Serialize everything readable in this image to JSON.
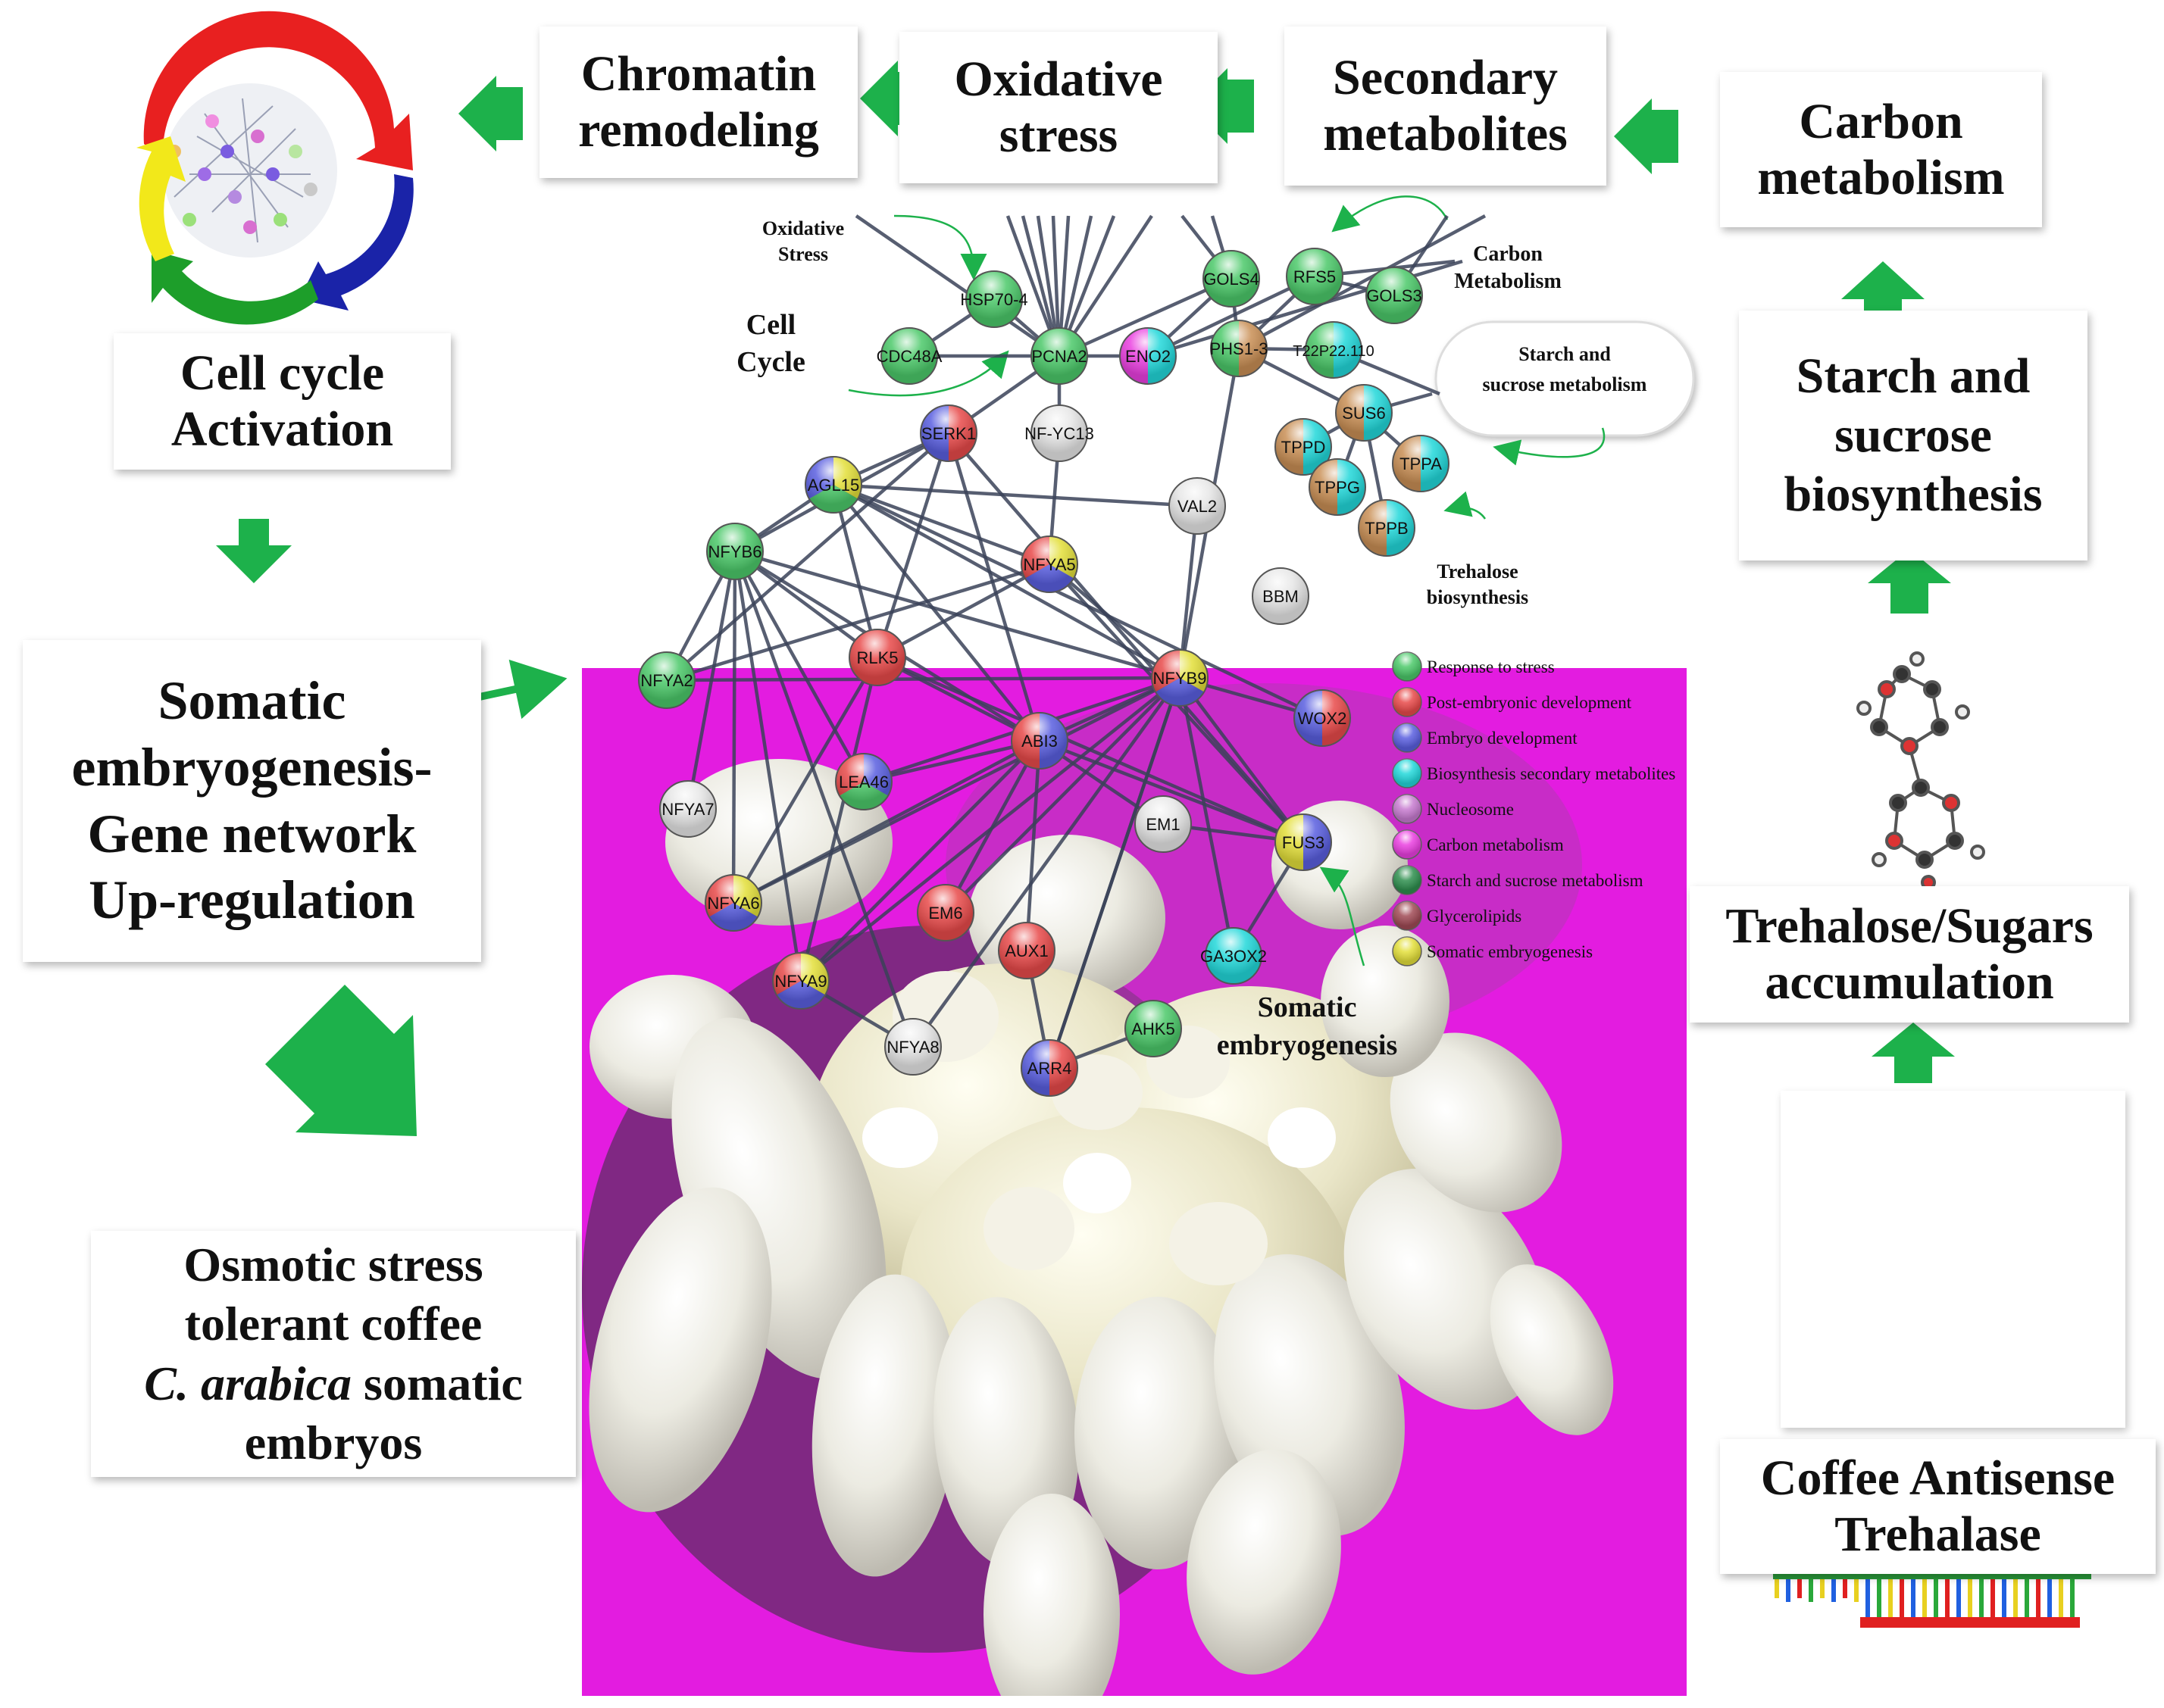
{
  "colors": {
    "arrow": "#1db14b",
    "edge": "#3a4258",
    "photo_bg": "#e31ce0",
    "stress": "#4cc96a",
    "post_embryonic": "#e84a4a",
    "embryo_dev": "#5a5fe0",
    "secondary": "#22d8da",
    "nucleosome": "#c77bd0",
    "carbon": "#ea3fe0",
    "starch": "#2e8f4e",
    "glycerolipids": "#a04a55",
    "somatic": "#e3df3a",
    "tan": "#c98f55",
    "white_node": "#e6e6e6"
  },
  "pathway_boxes": {
    "chromatin": [
      "Chromatin",
      "remodeling"
    ],
    "oxidative": [
      "Oxidative",
      "stress"
    ],
    "secondary": [
      "Secondary",
      "metabolites"
    ],
    "carbon": [
      "Carbon",
      "metabolism"
    ],
    "starch": [
      "Starch and",
      "sucrose",
      "biosynthesis"
    ],
    "trehalose_sugars": [
      "Trehalose/Sugars",
      "accumulation"
    ],
    "antisense": [
      "Coffee Antisense",
      "Trehalase"
    ],
    "cell_cycle": [
      "Cell cycle",
      "Activation"
    ],
    "somatic": [
      "Somatic",
      "embryogenesis-",
      "Gene network",
      "Up-regulation"
    ],
    "osmotic": [
      "Osmotic stress",
      "tolerant coffee",
      "C. arabica  somatic",
      "embryos"
    ]
  },
  "network_labels": {
    "oxidative": [
      "Oxidative",
      "Stress"
    ],
    "cell_cycle": [
      "Cell",
      "Cycle"
    ],
    "carbon": [
      "Carbon",
      "Metabolism"
    ],
    "starch_bubble": [
      "Starch and",
      "sucrose metabolism"
    ],
    "trehalose": [
      "Trehalose",
      "biosynthesis"
    ],
    "somatic": [
      "Somatic",
      "embryogenesis"
    ]
  },
  "legend": [
    {
      "label": "Response to stress",
      "color": "#4cc96a"
    },
    {
      "label": "Post-embryonic development",
      "color": "#e84a4a"
    },
    {
      "label": "Embryo development",
      "color": "#5a5fe0"
    },
    {
      "label": "Biosynthesis secondary metabolites",
      "color": "#22d8da"
    },
    {
      "label": "Nucleosome",
      "color": "#c77bd0"
    },
    {
      "label": "Carbon metabolism",
      "color": "#ea3fe0"
    },
    {
      "label": "Starch and sucrose metabolism",
      "color": "#2e8f4e"
    },
    {
      "label": "Glycerolipids",
      "color": "#a04a55"
    },
    {
      "label": "Somatic embryogenesis",
      "color": "#e3df3a"
    }
  ],
  "nodes": [
    {
      "id": "HSP70-4",
      "colors": [
        "stress"
      ]
    },
    {
      "id": "GOLS4",
      "colors": [
        "stress"
      ]
    },
    {
      "id": "RFS5",
      "colors": [
        "stress"
      ]
    },
    {
      "id": "GOLS3",
      "colors": [
        "stress"
      ]
    },
    {
      "id": "CDC48A",
      "colors": [
        "stress"
      ]
    },
    {
      "id": "PCNA2",
      "colors": [
        "stress"
      ]
    },
    {
      "id": "ENO2",
      "colors": [
        "carbon",
        "secondary"
      ]
    },
    {
      "id": "PHS1-3",
      "colors": [
        "stress",
        "tan"
      ]
    },
    {
      "id": "T22P22.110",
      "colors": [
        "stress",
        "secondary"
      ]
    },
    {
      "id": "SUS6",
      "colors": [
        "tan",
        "secondary"
      ]
    },
    {
      "id": "TPPD",
      "colors": [
        "tan",
        "secondary"
      ]
    },
    {
      "id": "TPPA",
      "colors": [
        "tan",
        "secondary"
      ]
    },
    {
      "id": "TPPG",
      "colors": [
        "tan",
        "secondary"
      ]
    },
    {
      "id": "TPPB",
      "colors": [
        "tan",
        "secondary"
      ]
    },
    {
      "id": "SERK1",
      "colors": [
        "embryo_dev",
        "post_embryonic"
      ]
    },
    {
      "id": "NF-YC13",
      "colors": [
        "white_node"
      ]
    },
    {
      "id": "AGL15",
      "colors": [
        "somatic",
        "stress",
        "embryo_dev"
      ]
    },
    {
      "id": "VAL2",
      "colors": [
        "white_node"
      ]
    },
    {
      "id": "NFYB6",
      "colors": [
        "stress"
      ]
    },
    {
      "id": "NFYA5",
      "colors": [
        "somatic",
        "embryo_dev",
        "post_embryonic"
      ]
    },
    {
      "id": "BBM",
      "colors": [
        "white_node"
      ]
    },
    {
      "id": "NFYA2",
      "colors": [
        "stress"
      ]
    },
    {
      "id": "RLK5",
      "colors": [
        "post_embryonic"
      ]
    },
    {
      "id": "NFYB9",
      "colors": [
        "somatic",
        "embryo_dev",
        "post_embryonic"
      ]
    },
    {
      "id": "WOX2",
      "colors": [
        "embryo_dev",
        "post_embryonic"
      ]
    },
    {
      "id": "ABI3",
      "colors": [
        "post_embryonic",
        "embryo_dev"
      ]
    },
    {
      "id": "LEA46",
      "colors": [
        "embryo_dev",
        "stress",
        "post_embryonic"
      ]
    },
    {
      "id": "NFYA7",
      "colors": [
        "white_node"
      ]
    },
    {
      "id": "EM1",
      "colors": [
        "white_node"
      ]
    },
    {
      "id": "FUS3",
      "colors": [
        "somatic",
        "embryo_dev"
      ]
    },
    {
      "id": "NFYA6",
      "colors": [
        "somatic",
        "embryo_dev",
        "post_embryonic"
      ]
    },
    {
      "id": "EM6",
      "colors": [
        "post_embryonic"
      ]
    },
    {
      "id": "AUX1",
      "colors": [
        "post_embryonic"
      ]
    },
    {
      "id": "GA3OX2",
      "colors": [
        "secondary"
      ]
    },
    {
      "id": "NFYA9",
      "colors": [
        "somatic",
        "embryo_dev",
        "post_embryonic"
      ]
    },
    {
      "id": "AHK5",
      "colors": [
        "stress"
      ]
    },
    {
      "id": "NFYA8",
      "colors": [
        "white_node"
      ]
    },
    {
      "id": "ARR4",
      "colors": [
        "embryo_dev",
        "post_embryonic"
      ]
    }
  ],
  "edges": [
    [
      "NFYB6",
      "AGL15"
    ],
    [
      "NFYB6",
      "SERK1"
    ],
    [
      "NFYB6",
      "NFYA2"
    ],
    [
      "NFYB6",
      "NFYA7"
    ],
    [
      "NFYB6",
      "NFYA6"
    ],
    [
      "NFYB6",
      "NFYA9"
    ],
    [
      "NFYB6",
      "NFYA8"
    ],
    [
      "NFYB6",
      "RLK5"
    ],
    [
      "NFYB6",
      "NFYB9"
    ],
    [
      "NFYB6",
      "LEA46"
    ],
    [
      "AGL15",
      "SERK1"
    ],
    [
      "AGL15",
      "NFYA5"
    ],
    [
      "AGL15",
      "ABI3"
    ],
    [
      "AGL15",
      "NFYB9"
    ],
    [
      "AGL15",
      "RLK5"
    ],
    [
      "AGL15",
      "WOX2"
    ],
    [
      "AGL15",
      "VAL2"
    ],
    [
      "SERK1",
      "RLK5"
    ],
    [
      "SERK1",
      "NFYA2"
    ],
    [
      "SERK1",
      "PCNA2"
    ],
    [
      "SERK1",
      "FUS3"
    ],
    [
      "SERK1",
      "ABI3"
    ],
    [
      "NFYA5",
      "NFYB9"
    ],
    [
      "NFYA5",
      "NFYA2"
    ],
    [
      "NFYA5",
      "RLK5"
    ],
    [
      "NFYB9",
      "NFYA2"
    ],
    [
      "NFYB9",
      "ABI3"
    ],
    [
      "NFYB9",
      "WOX2"
    ],
    [
      "NFYB9",
      "FUS3"
    ],
    [
      "NFYB9",
      "NFYA6"
    ],
    [
      "NFYB9",
      "NFYA9"
    ],
    [
      "NFYB9",
      "NFYA8"
    ],
    [
      "NFYB9",
      "GA3OX2"
    ],
    [
      "NFYB9",
      "ARR4"
    ],
    [
      "NFYB9",
      "EM6"
    ],
    [
      "NFYB9",
      "LEA46"
    ],
    [
      "NFYB9",
      "VAL2"
    ],
    [
      "ABI3",
      "FUS3"
    ],
    [
      "ABI3",
      "EM1"
    ],
    [
      "ABI3",
      "EM6"
    ],
    [
      "ABI3",
      "LEA46"
    ],
    [
      "ABI3",
      "NFYA6"
    ],
    [
      "ABI3",
      "RLK5"
    ],
    [
      "ABI3",
      "NFYA9"
    ],
    [
      "ABI3",
      "AUX1"
    ],
    [
      "RLK5",
      "NFYA6"
    ],
    [
      "RLK5",
      "NFYA9"
    ],
    [
      "RLK5",
      "FUS3"
    ],
    [
      "FUS3",
      "EM1"
    ],
    [
      "FUS3",
      "GA3OX2"
    ],
    [
      "FUS3",
      "NFYA5"
    ],
    [
      "AUX1",
      "ARR4"
    ],
    [
      "ARR4",
      "AHK5"
    ],
    [
      "NFYA9",
      "NFYA8"
    ],
    [
      "ARR4",
      "NFYB9"
    ],
    [
      "NFYB6",
      "ABI3"
    ],
    [
      "CDC48A",
      "PCNA2"
    ],
    [
      "HSP70-4",
      "PCNA2"
    ],
    [
      "PCNA2",
      "NF-YC13"
    ],
    [
      "PCNA2",
      "ENO2"
    ],
    [
      "ENO2",
      "GOLS4"
    ],
    [
      "ENO2",
      "RFS5"
    ],
    [
      "PCNA2",
      "GOLS4"
    ],
    [
      "PHS1-3",
      "SUS6"
    ],
    [
      "PHS1-3",
      "T22P22.110"
    ],
    [
      "GOLS4",
      "PHS1-3"
    ],
    [
      "RFS5",
      "PHS1-3"
    ],
    [
      "SUS6",
      "TPPD"
    ],
    [
      "SUS6",
      "TPPA"
    ],
    [
      "SUS6",
      "TPPG"
    ],
    [
      "SUS6",
      "TPPB"
    ],
    [
      "RFS5",
      "GOLS3"
    ],
    [
      "CDC48A",
      "HSP70-4"
    ],
    [
      "NF-YC13",
      "NFYA5"
    ],
    [
      "PHS1-3",
      "NFYB9"
    ]
  ]
}
